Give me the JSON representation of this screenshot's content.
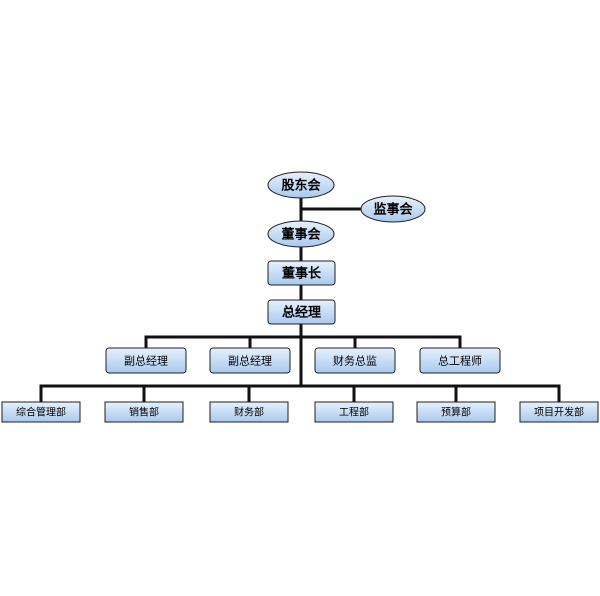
{
  "colors": {
    "fill_light": "#dcebfb",
    "fill_dark": "#a8c8ee",
    "line": "#111111",
    "text": "#000000"
  },
  "top": {
    "shareholders": "股东会",
    "supervisory_board": "监事会",
    "board": "董事会",
    "chairman": "董事长",
    "general_manager": "总经理"
  },
  "middle": [
    "副总经理",
    "副总经理",
    "财务总监",
    "总工程师"
  ],
  "departments": [
    "综合管理部",
    "销售部",
    "财务部",
    "工程部",
    "预算部",
    "项目开发部"
  ]
}
